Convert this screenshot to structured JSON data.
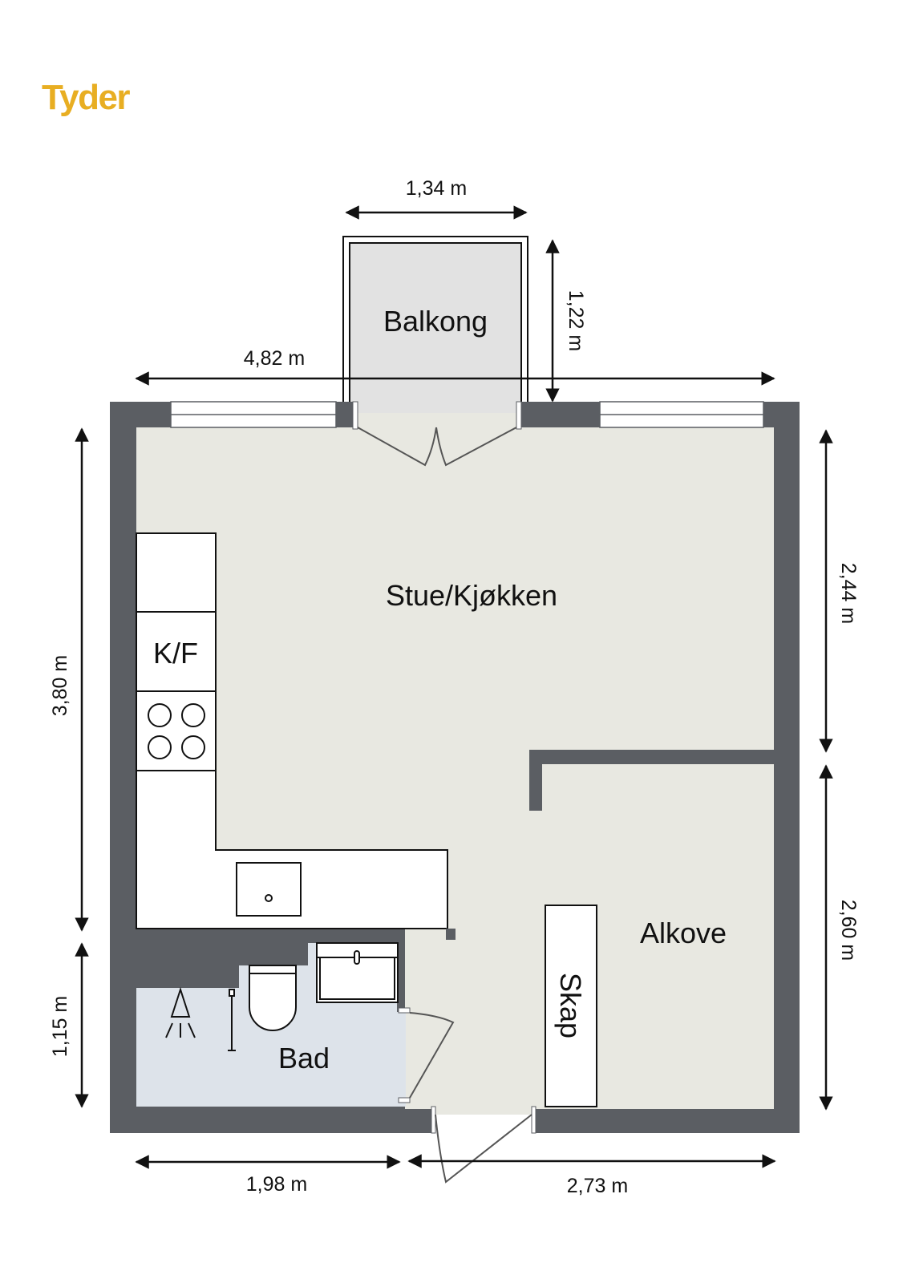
{
  "brand": {
    "logo_text": "Tyder",
    "color": "#e8ae22"
  },
  "colors": {
    "wall": "#5b5e63",
    "floor_main": "#e8e8e1",
    "floor_bath": "#dde3ea",
    "balcony": "#e2e2e2",
    "fixture": "#ffffff",
    "line": "#111111"
  },
  "rooms": {
    "living_kitchen": "Stue/Kjøkken",
    "balcony": "Balkong",
    "alcove": "Alkove",
    "bathroom": "Bad",
    "fridge_freezer": "K/F",
    "wardrobe": "Skap"
  },
  "dimensions": {
    "balcony_width": "1,34 m",
    "balcony_depth": "1,22 m",
    "total_width": "4,82 m",
    "left_upper_height": "3,80 m",
    "left_lower_height": "1,15 m",
    "right_upper_height": "2,44 m",
    "right_lower_height": "2,60 m",
    "bottom_left_width": "1,98 m",
    "bottom_right_width": "2,73 m"
  }
}
